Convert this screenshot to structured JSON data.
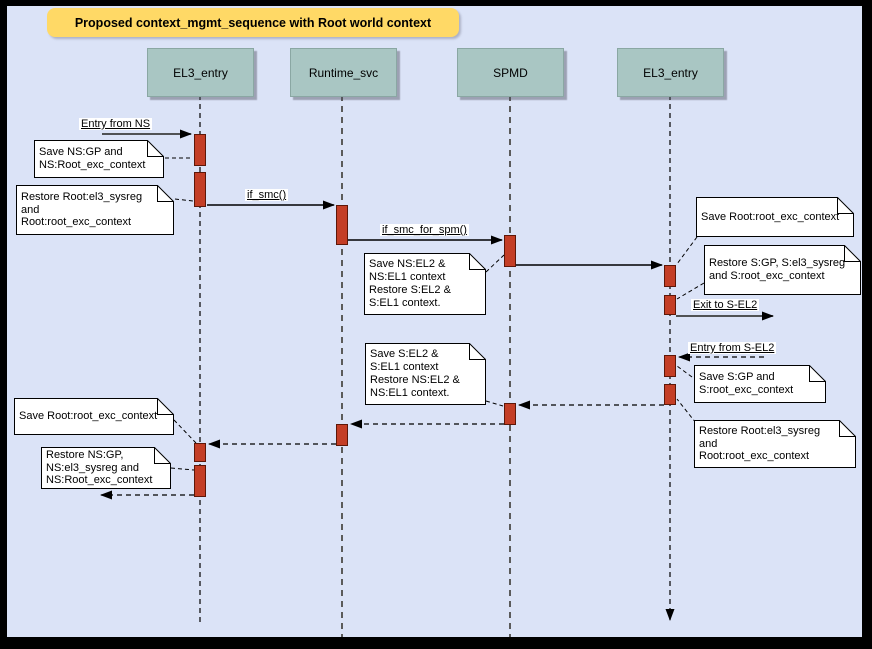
{
  "title": "Proposed context_mgmt_sequence with Root world context",
  "participants": [
    {
      "label": "EL3_entry"
    },
    {
      "label": "Runtime_svc"
    },
    {
      "label": "SPMD"
    },
    {
      "label": "EL3_entry"
    }
  ],
  "messages": [
    {
      "label": "Entry from NS",
      "style": "solid"
    },
    {
      "label": "if_smc()",
      "style": "solid"
    },
    {
      "label": "if_smc_for_spm()",
      "style": "solid"
    },
    {
      "label": "Exit to S-EL2",
      "style": "solid"
    },
    {
      "label": "Entry from S-EL2",
      "style": "dashed"
    }
  ],
  "notes": [
    {
      "text": "Save NS:GP and\nNS:Root_exc_context"
    },
    {
      "text": "Restore Root:el3_sysreg\nand\nRoot:root_exc_context"
    },
    {
      "text": "Save NS:EL2 &\nNS:EL1 context\nRestore S:EL2 &\nS:EL1 context."
    },
    {
      "text": "Save Root:root_exc_context"
    },
    {
      "text": "Restore S:GP, S:el3_sysreg\nand S:root_exc_context"
    },
    {
      "text": "Save S:EL2 &\nS:EL1 context\nRestore NS:EL2 &\nNS:EL1 context."
    },
    {
      "text": "Save S:GP and\nS:root_exc_context"
    },
    {
      "text": "Restore Root:el3_sysreg\nand\nRoot:root_exc_context"
    },
    {
      "text": "Save Root:root_exc_context"
    },
    {
      "text": "Restore NS:GP,\nNS:el3_sysreg and\nNS:Root_exc_context"
    }
  ],
  "colors": {
    "page_bg": "#dbe3f7",
    "title_bg": "#ffd966",
    "participant_fill": "#a9c6c3",
    "activation_fill": "#c43e26",
    "line_dark": "#000000",
    "lifeline_gray": "#5b5b5b"
  }
}
